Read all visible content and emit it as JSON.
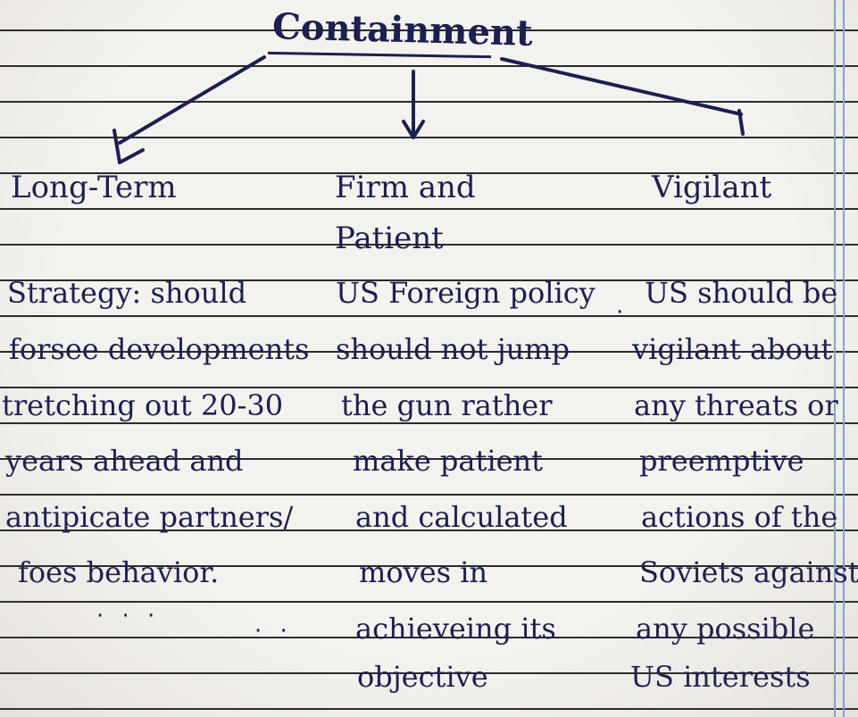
{
  "title": "Containment",
  "columns": [
    {
      "heading": [
        "Long-Term"
      ],
      "body": [
        "Strategy: should",
        "forsee developments",
        "tretching out 20-30",
        "years ahead and",
        "antipicate partners/",
        "foes behavior."
      ]
    },
    {
      "heading": [
        "Firm and",
        "Patient"
      ],
      "body": [
        "US Foreign policy",
        "should not jump",
        "the gun rather",
        "make patient",
        "and calculated",
        "moves in",
        "achieveing its",
        "objective"
      ]
    },
    {
      "heading": [
        "Vigilant"
      ],
      "body": [
        "US should be",
        "vigilant about",
        "any threats or",
        "preemptive",
        "actions of the",
        "Soviets against",
        "any possible",
        "US interests"
      ]
    }
  ],
  "colors": {
    "ink": "#1c1f4f",
    "rule": "#2a2a2e",
    "margin": "#7fa6d8",
    "paper": "#f4f2ee"
  }
}
